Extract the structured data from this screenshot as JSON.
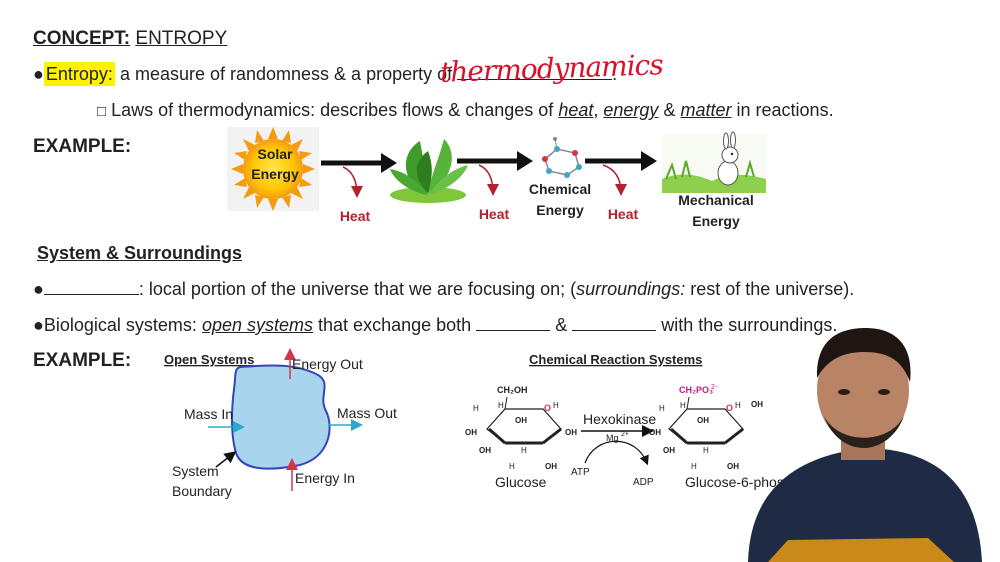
{
  "concept": {
    "label": "CONCEPT:",
    "title": "ENTROPY"
  },
  "entropy": {
    "bullet": "●",
    "term": "Entropy:",
    "definition": "a measure of randomness & a property of",
    "handwritten": "thermodynamics",
    "period": "."
  },
  "laws": {
    "checkbox": "□",
    "pre": "Laws of thermodynamics: describes flows & changes of",
    "heat": "heat",
    "comma": ",",
    "energy": "energy",
    "amp": "&",
    "matter": "matter",
    "post": "in reactions."
  },
  "example_label": "EXAMPLE:",
  "energy_flow": {
    "solar": [
      "Solar",
      "Energy"
    ],
    "chemical": [
      "Chemical",
      "Energy"
    ],
    "mechanical": [
      "Mechanical",
      "Energy"
    ],
    "heat": "Heat"
  },
  "system_heading": "System & Surroundings",
  "system_line": {
    "bullet": "●",
    "after": ": local portion of the universe that we are focusing on; (",
    "surroundings": "surroundings:",
    "rest": "rest of the universe)."
  },
  "bio_line": {
    "bullet": "●",
    "pre": "Biological systems:",
    "open": "open systems",
    "mid": "that exchange both",
    "amp": "&",
    "post": "with the surroundings."
  },
  "open_systems": {
    "title": "Open Systems",
    "energy_out": "Energy Out",
    "mass_in": "Mass In",
    "mass_out": "Mass Out",
    "system_boundary": [
      "System",
      "Boundary"
    ],
    "energy_in": "Energy In"
  },
  "chem_reaction": {
    "title": "Chemical Reaction Systems",
    "hexokinase": "Hexokinase",
    "mg": "Mg",
    "mg_sup": "2+",
    "atp": "ATP",
    "adp": "ADP",
    "glucose": "Glucose",
    "g6p": "Glucose-6-phosp",
    "ch2oh": "CH₂OH",
    "ch2po3": "CH₂PO₃",
    "ch2po3_sup": "2-",
    "h": "H",
    "o": "O",
    "oh": "OH"
  },
  "colors": {
    "highlight": "#fff200",
    "handwriting": "#d8102a",
    "heat": "#b3202e",
    "system_fill": "#a9d4ee",
    "arrow_cyan": "#2aaac8",
    "arrow_red": "#d2344a"
  }
}
